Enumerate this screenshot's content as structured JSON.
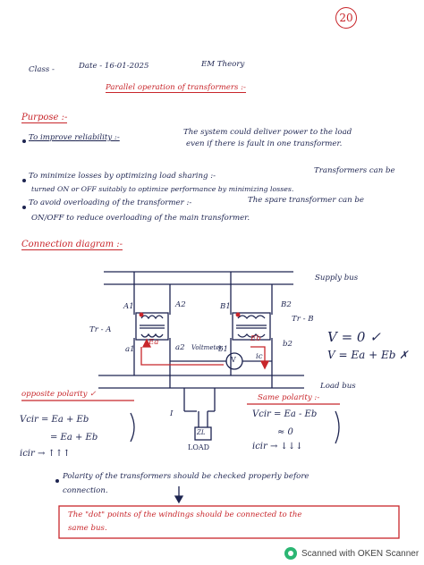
{
  "page_number": "20",
  "header": {
    "class_label": "Class -",
    "date": "Date - 16-01-2025",
    "subject": "EM Theory",
    "title": "Parallel operation of transformers :-"
  },
  "purpose": {
    "heading": "Purpose :-",
    "points": [
      {
        "lead": "To improve reliability :-",
        "text_line1": "The system could deliver power to the load",
        "text_line2": "even if there is fault in one transformer."
      },
      {
        "lead": "To minimize losses by optimizing load sharing :-",
        "text_line1": "Transformers can be",
        "text_line2": "turned ON or OFF suitably to optimize performance by minimizing losses."
      },
      {
        "lead": "To avoid overloading of the transformer :-",
        "text_line1": "The spare transformer can be",
        "text_line2": "ON/OFF to reduce overloading of the main transformer."
      }
    ]
  },
  "connection": {
    "heading": "Connection diagram :-",
    "labels": {
      "supply_bus": "Supply bus",
      "load_bus": "Load bus",
      "a1": "A1",
      "a2": "A2",
      "b1": "B1",
      "b2": "B2",
      "tra": "Tr - A",
      "trb": "Tr - B",
      "lower_a1": "a1",
      "lower_a2": "a2",
      "lower_b1": "b1",
      "lower_b2": "b2",
      "ea": "Ea",
      "eb": "Eb",
      "ic": "ic",
      "voltmeter": "Voltmeter",
      "voltmeter_v": "V",
      "current_i": "I",
      "load": "LOAD",
      "zl": "ZL"
    },
    "formula_right_1": "V = 0 ✓",
    "formula_right_2": "V = Ea + Eb ✗"
  },
  "opposite_polarity": {
    "heading": "opposite polarity ✓",
    "line1": "Vcir = Ea + Eb",
    "line2": "= Ea + Eb",
    "line3": "icir → ↑↑↑"
  },
  "same_polarity": {
    "heading": "Same polarity :-",
    "line1": "Vcir = Ea - Eb",
    "line2": "≈ 0",
    "line3": "icir → ↓↓↓"
  },
  "note": {
    "line1": "Polarity of the transformers should be checked properly before",
    "line2": "connection."
  },
  "boxed_note": {
    "line1": "The \"dot\" points of the windings should be connected to the",
    "line2": "same bus."
  },
  "footer": {
    "scanner_text": "Scanned with OKEN Scanner"
  },
  "colors": {
    "ink_blue": "#1d2450",
    "ink_red": "#c8262b",
    "paper": "#ffffff"
  }
}
